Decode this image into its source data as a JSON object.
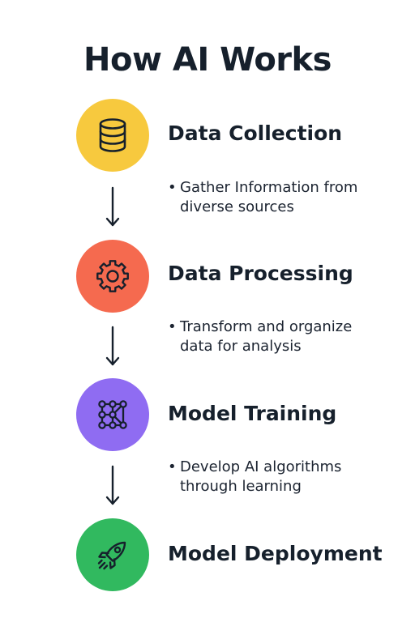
{
  "title": "How AI Works",
  "colors": {
    "data_collection": "#f7c93e",
    "data_processing": "#f56a4f",
    "model_training": "#8f6cf2",
    "model_deployment": "#31b95f",
    "text": "#16202c"
  },
  "steps": [
    {
      "icon": "database-icon",
      "title": "Data Collection",
      "bullet": "•",
      "description": "Gather Information from diverse sources"
    },
    {
      "icon": "gear-icon",
      "title": "Data Processing",
      "bullet": "•",
      "description": "Transform and organize data for analysis"
    },
    {
      "icon": "network-icon",
      "title": "Model Training",
      "bullet": "•",
      "description": "Develop AI algorithms through learning"
    },
    {
      "icon": "rocket-icon",
      "title": "Model Deployment"
    }
  ]
}
